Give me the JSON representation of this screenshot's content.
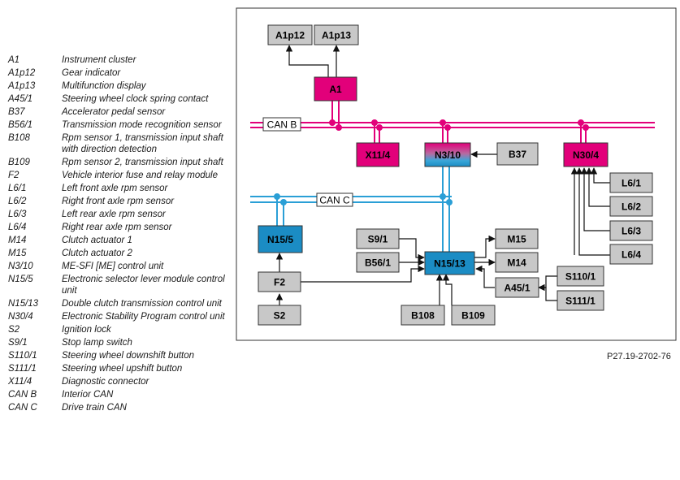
{
  "legend": [
    {
      "code": "A1",
      "desc": "Instrument cluster"
    },
    {
      "code": "A1p12",
      "desc": "Gear indicator"
    },
    {
      "code": "A1p13",
      "desc": "Multifunction display"
    },
    {
      "code": "A45/1",
      "desc": "Steering wheel clock spring contact"
    },
    {
      "code": "B37",
      "desc": "Accelerator pedal sensor"
    },
    {
      "code": "B56/1",
      "desc": "Transmission mode recognition sensor"
    },
    {
      "code": "B108",
      "desc": "Rpm sensor 1, transmission input shaft with direction detection"
    },
    {
      "code": "B109",
      "desc": "Rpm sensor 2, transmission input shaft"
    },
    {
      "code": "F2",
      "desc": "Vehicle interior fuse and relay module"
    },
    {
      "code": "L6/1",
      "desc": "Left front axle rpm sensor"
    },
    {
      "code": "L6/2",
      "desc": "Right front axle rpm sensor"
    },
    {
      "code": "L6/3",
      "desc": "Left rear axle rpm sensor"
    },
    {
      "code": "L6/4",
      "desc": "Right rear axle rpm sensor"
    },
    {
      "code": "M14",
      "desc": "Clutch actuator 1"
    },
    {
      "code": "M15",
      "desc": "Clutch actuator 2"
    },
    {
      "code": "N3/10",
      "desc": "ME-SFI [ME] control unit"
    },
    {
      "code": "N15/5",
      "desc": "Electronic selector lever module control unit"
    },
    {
      "code": "N15/13",
      "desc": "Double clutch transmission control unit"
    },
    {
      "code": "N30/4",
      "desc": "Electronic Stability Program control unit"
    },
    {
      "code": "S2",
      "desc": "Ignition lock"
    },
    {
      "code": "S9/1",
      "desc": "Stop lamp switch"
    },
    {
      "code": "S110/1",
      "desc": "Steering wheel downshift button"
    },
    {
      "code": "S111/1",
      "desc": "Steering wheel upshift button"
    },
    {
      "code": "X11/4",
      "desc": "Diagnostic connector"
    },
    {
      "code": "CAN B",
      "desc": "Interior CAN"
    },
    {
      "code": "CAN C",
      "desc": "Drive train CAN"
    }
  ],
  "buses": {
    "can_b": "CAN B",
    "can_c": "CAN C"
  },
  "boxes": {
    "a1p12": "A1p12",
    "a1p13": "A1p13",
    "a1": "A1",
    "x11_4": "X11/4",
    "n3_10": "N3/10",
    "b37": "B37",
    "n30_4": "N30/4",
    "l6_1": "L6/1",
    "l6_2": "L6/2",
    "l6_3": "L6/3",
    "l6_4": "L6/4",
    "n15_5": "N15/5",
    "s9_1": "S9/1",
    "b56_1": "B56/1",
    "n15_13": "N15/13",
    "m15": "M15",
    "m14": "M14",
    "f2": "F2",
    "a45_1": "A45/1",
    "s110_1": "S110/1",
    "s111_1": "S111/1",
    "s2": "S2",
    "b108": "B108",
    "b109": "B109"
  },
  "figure_ref": "P27.19-2702-76",
  "colors": {
    "can_b": "#e2007a",
    "can_c": "#2a9fd6",
    "gray_box": "#c8c8c8",
    "n15_blue": "#1b8cc4"
  }
}
